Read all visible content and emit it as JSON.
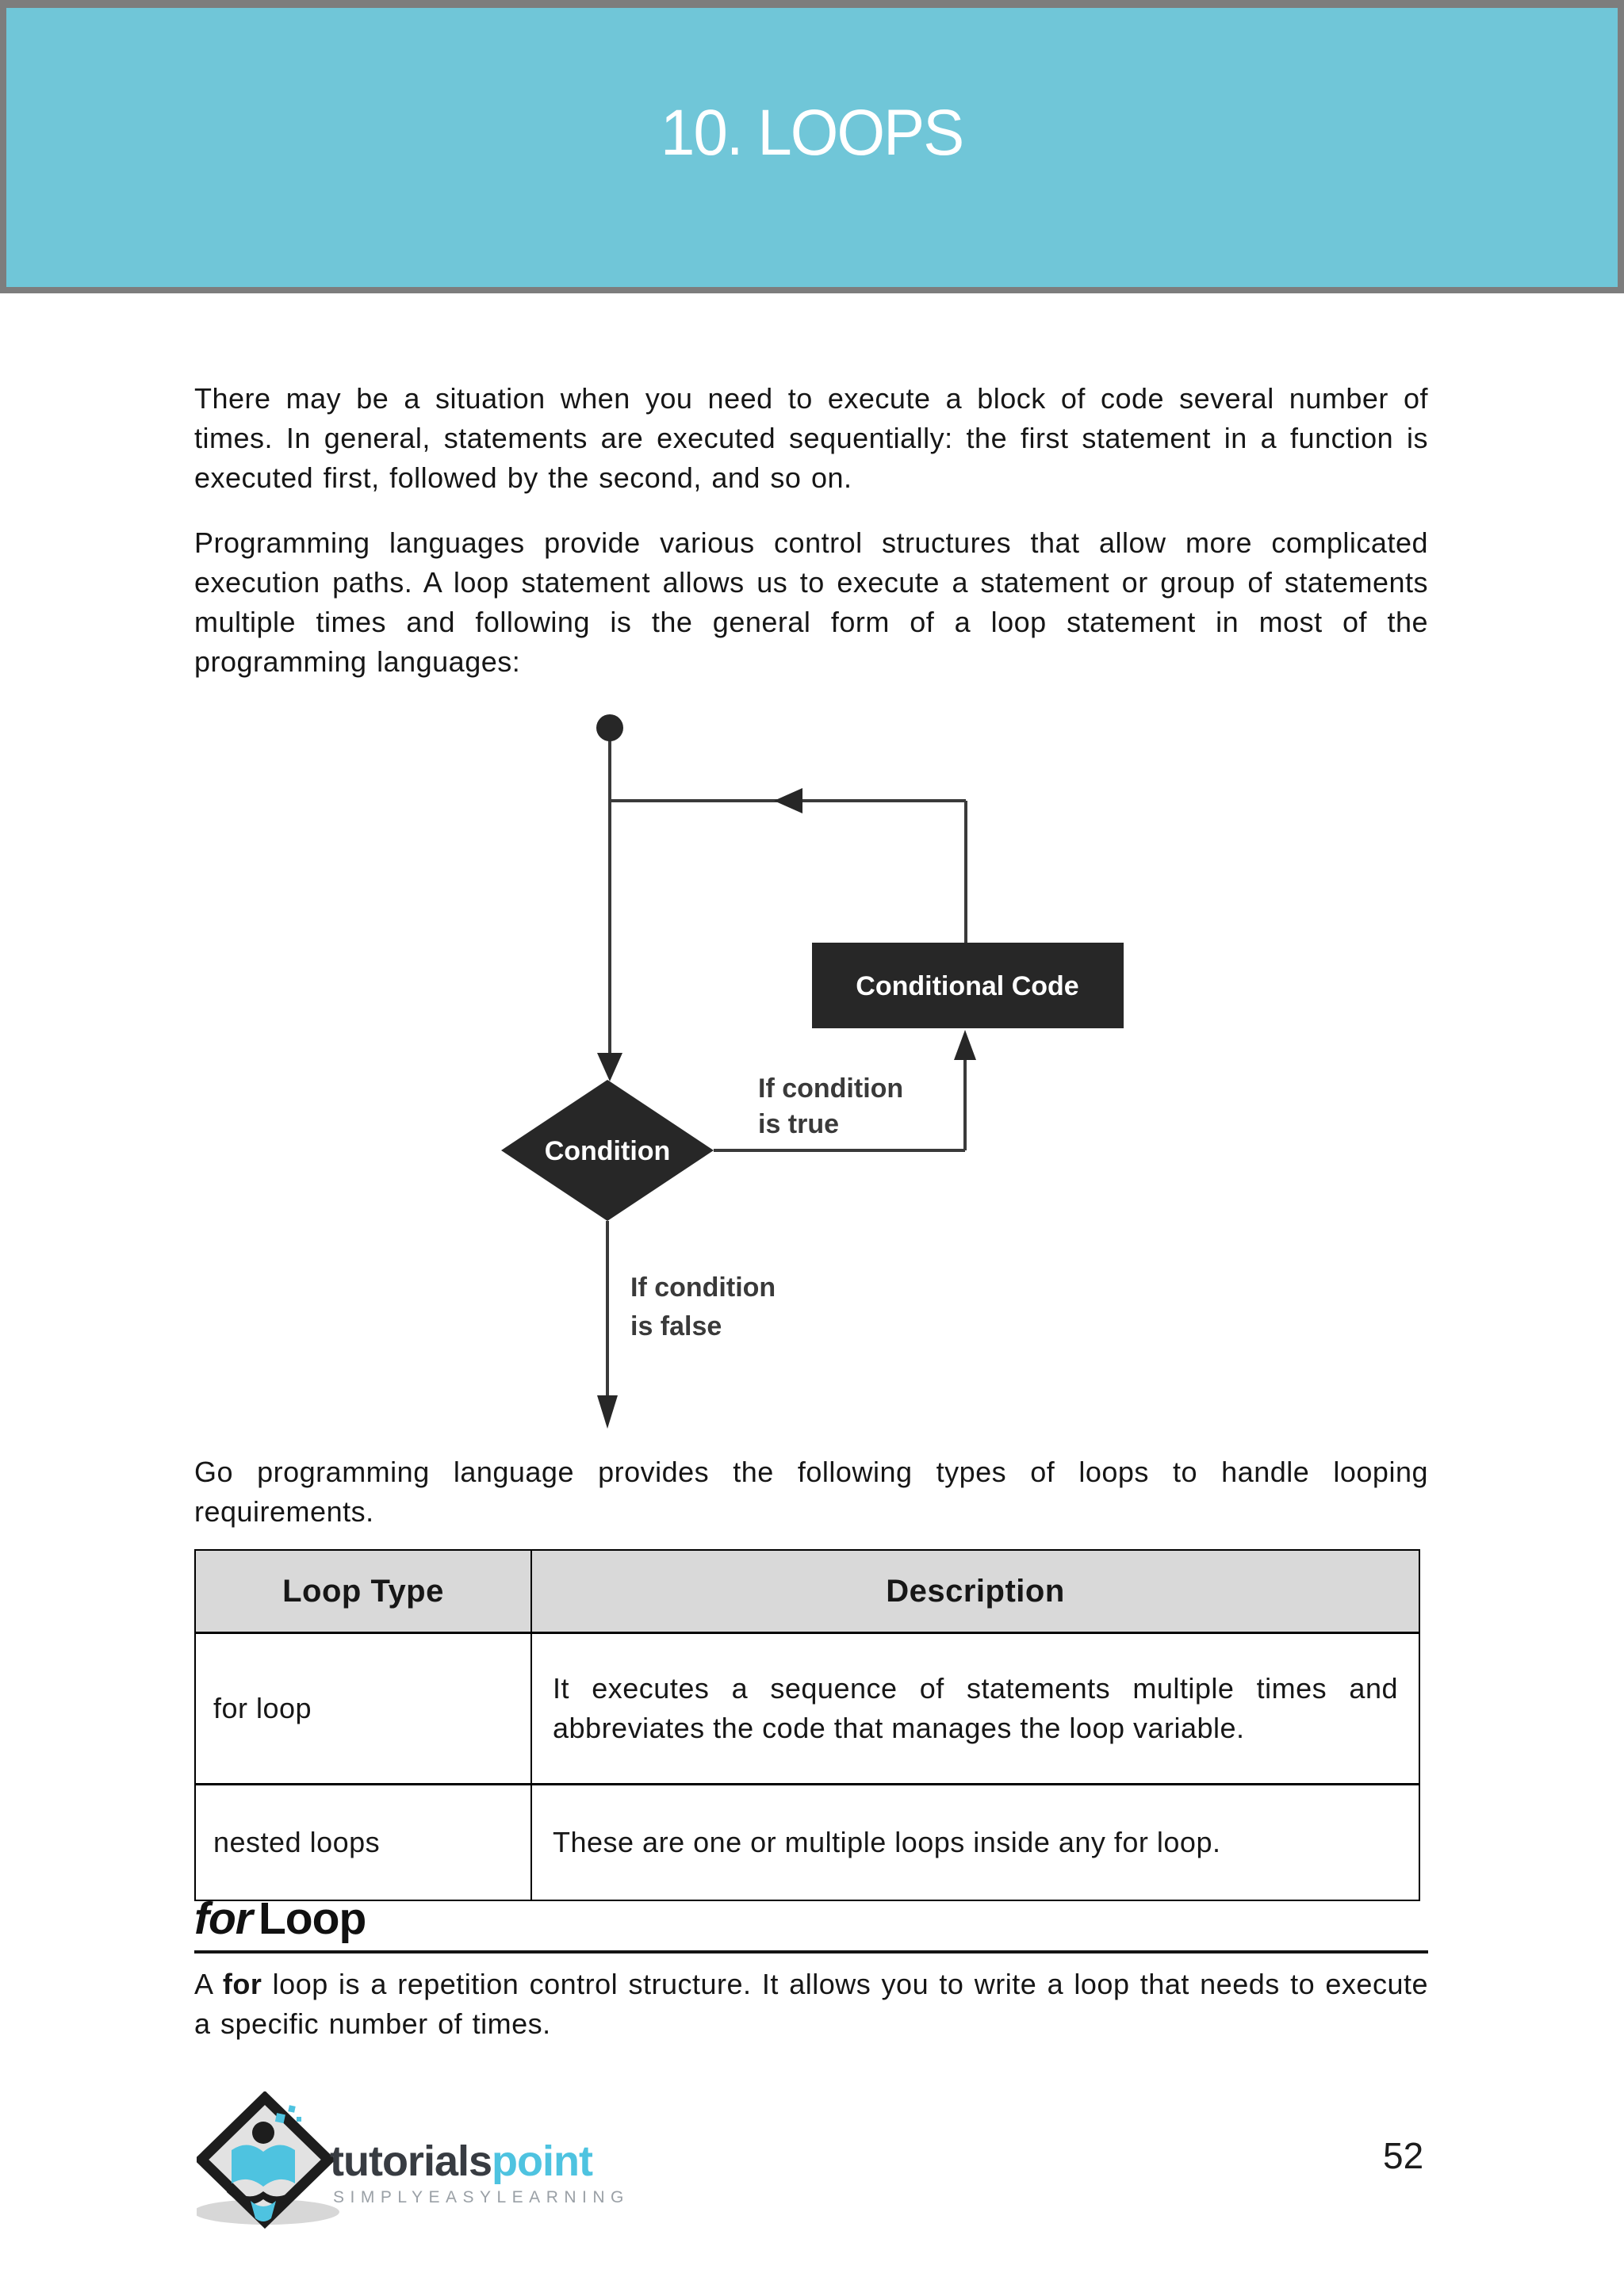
{
  "header": {
    "title": "10. LOOPS"
  },
  "paragraphs": {
    "p1": "There may be a situation when you need to execute a block of code several number of times. In general, statements are executed sequentially: the first statement in a function is executed first, followed by the second, and so on.",
    "p2": "Programming languages provide various control structures that allow more complicated execution paths. A loop statement allows us to execute a statement or group of statements multiple times and following is the general form of a loop statement in most of the programming languages:",
    "p3": "Go programming language provides the following types of loops to handle looping requirements."
  },
  "flowchart": {
    "condition_label": "Condition",
    "conditional_code_label": "Conditional Code",
    "if_true_line1": "If condition",
    "if_true_line2": "is true",
    "if_false_line1": "If condition",
    "if_false_line2": "is false"
  },
  "table": {
    "headers": [
      "Loop Type",
      "Description"
    ],
    "rows": [
      {
        "loop_type": "for loop",
        "description": "It executes a sequence of statements multiple times and abbreviates the code that manages the loop variable."
      },
      {
        "loop_type": "nested loops",
        "description": "These are one or multiple loops inside any for loop."
      }
    ]
  },
  "section": {
    "heading_word1": "for",
    "heading_word2": "Loop",
    "para_prefix": "A ",
    "para_bold": "for",
    "para_rest": " loop is a repetition control structure. It allows you to write a loop that needs to execute a specific number of times."
  },
  "footer": {
    "logo_word1": "tutorials",
    "logo_word2": "point",
    "logo_tagline": "SIMPLYEASYLEARNING",
    "page_number": "52"
  },
  "colors": {
    "banner_teal": "#70c6d8",
    "banner_border_gray": "#7d7d7d",
    "flowchart_shape_dark": "#272727",
    "flowchart_line": "#3a3a3a",
    "table_header_bg": "#d9d9d9",
    "logo_teal": "#4ec3e0",
    "logo_wordmark_dark": "#383c42",
    "logo_tagline_gray": "#9aa0a6"
  }
}
